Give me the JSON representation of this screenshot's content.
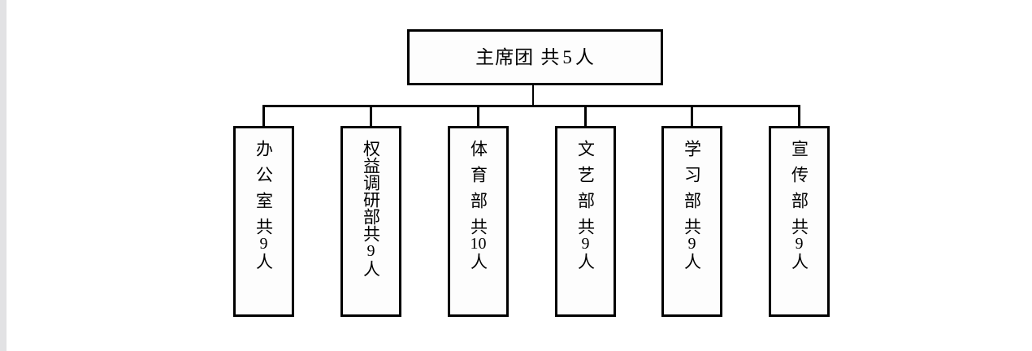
{
  "diagram": {
    "type": "organization-chart",
    "orientation": "top-down",
    "title_text": "主席团 共 5 人",
    "colors": {
      "border": "#000000",
      "box_fill": "#fdfdfd",
      "text": "#000000",
      "page_background": "#ffffff",
      "gutter": "#e2e2e4"
    },
    "root": {
      "id": "presidium",
      "name": "主席团",
      "count_prefix": "共",
      "count": "5",
      "count_suffix": "人",
      "full_label": "主席团 共 5 人",
      "text_direction": "horizontal"
    },
    "children": [
      {
        "id": "office",
        "name": "办公室",
        "count_prefix": "共",
        "count": "9",
        "count_suffix": "人",
        "full_label": "办公室 共9人",
        "text_direction": "vertical",
        "tight_spacing": false
      },
      {
        "id": "rights-research-department",
        "name": "权益调研部",
        "count_prefix": "共",
        "count": "9",
        "count_suffix": "人",
        "full_label": "权益调研部 共9人",
        "text_direction": "vertical",
        "tight_spacing": true
      },
      {
        "id": "sports-department",
        "name": "体育部",
        "count_prefix": "共",
        "count": "10",
        "count_suffix": "人",
        "full_label": "体育部 共10人",
        "text_direction": "vertical",
        "tight_spacing": false
      },
      {
        "id": "arts-department",
        "name": "文艺部",
        "count_prefix": "共",
        "count": "9",
        "count_suffix": "人",
        "full_label": "文艺部 共9人",
        "text_direction": "vertical",
        "tight_spacing": false
      },
      {
        "id": "study-department",
        "name": "学习部",
        "count_prefix": "共",
        "count": "9",
        "count_suffix": "人",
        "full_label": "学习部 共9人",
        "text_direction": "vertical",
        "tight_spacing": false
      },
      {
        "id": "publicity-department",
        "name": "宣传部",
        "count_prefix": "共",
        "count": "9",
        "count_suffix": "人",
        "full_label": "宣传部 共9人",
        "text_direction": "vertical",
        "tight_spacing": false
      }
    ]
  }
}
